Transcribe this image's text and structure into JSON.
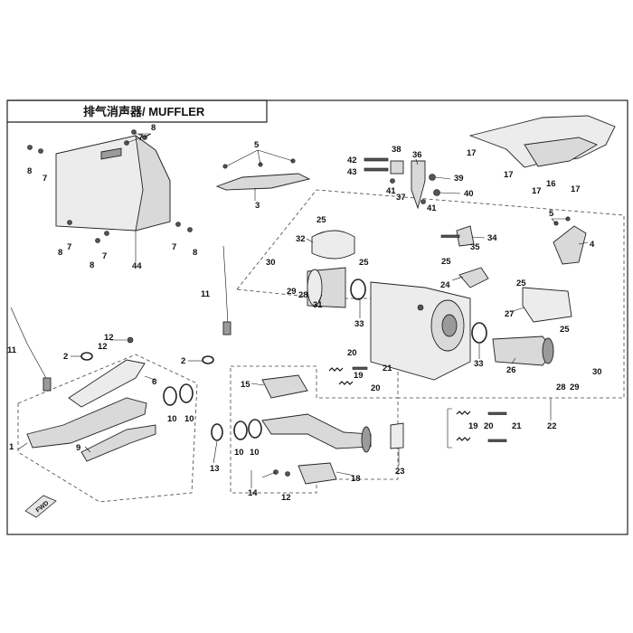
{
  "title": "排气消声器/ MUFFLER",
  "forward_label": "FWD",
  "callouts": {
    "c1": "1",
    "c2a": "2",
    "c2b": "2",
    "c3": "3",
    "c4a": "4",
    "c5a": "5",
    "c5b": "5",
    "c6": "6",
    "c7a": "7",
    "c7b": "7",
    "c7c": "7",
    "c7d": "7",
    "c7e": "7",
    "c8a": "8",
    "c8b": "8",
    "c8c": "8",
    "c8d": "8",
    "c8e": "8",
    "c9": "9",
    "c10a": "10",
    "c10b": "10",
    "c10c": "10",
    "c10d": "10",
    "c11a": "11",
    "c11b": "11",
    "c12a": "12",
    "c12b": "12",
    "c12c": "12",
    "c13": "13",
    "c14": "14",
    "c15": "15",
    "c16": "16",
    "c17a": "17",
    "c17b": "17",
    "c17c": "17",
    "c17d": "17",
    "c18": "18",
    "c19a": "19",
    "c19b": "19",
    "c20a": "20",
    "c20b": "20",
    "c20c": "20",
    "c21a": "21",
    "c21b": "21",
    "c22": "22",
    "c23": "23",
    "c24": "24",
    "c25a": "25",
    "c25b": "25",
    "c25c": "25",
    "c25d": "25",
    "c25e": "25",
    "c26": "26",
    "c27": "27",
    "c28a": "28",
    "c28b": "28",
    "c29a": "29",
    "c29b": "29",
    "c30a": "30",
    "c30b": "30",
    "c31": "31",
    "c32": "32",
    "c33a": "33",
    "c33b": "33",
    "c34": "34",
    "c35": "35",
    "c36": "36",
    "c37": "37",
    "c38": "38",
    "c39": "39",
    "c40": "40",
    "c41a": "41",
    "c41b": "41",
    "c42": "42",
    "c43": "43",
    "c44": "44"
  }
}
